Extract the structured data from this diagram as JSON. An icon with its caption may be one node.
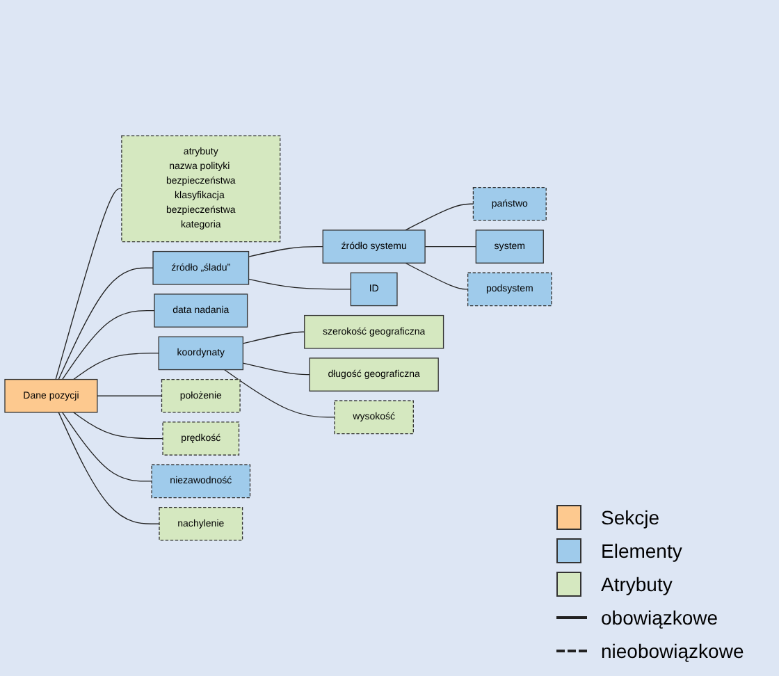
{
  "diagram": {
    "nodes": [
      {
        "text": [
          "Dane pozycji"
        ]
      },
      {
        "text": [
          "atrybuty",
          "nazwa polityki bezpieczeństwa",
          "klasyfikacja bezpieczeństwa",
          "kategoria"
        ]
      },
      {
        "text": [
          "źródło „śladu”"
        ]
      },
      {
        "text": [
          "źródło systemu"
        ]
      },
      {
        "text": [
          "państwo"
        ]
      },
      {
        "text": [
          "system"
        ]
      },
      {
        "text": [
          "podsystem"
        ]
      },
      {
        "text": [
          "ID"
        ]
      },
      {
        "text": [
          "data nadania"
        ]
      },
      {
        "text": [
          "koordynaty"
        ]
      },
      {
        "text": [
          "szerokość geograficzna"
        ]
      },
      {
        "text": [
          "długość geograficzna"
        ]
      },
      {
        "text": [
          "wysokość"
        ]
      },
      {
        "text": [
          "położenie"
        ]
      },
      {
        "text": [
          "prędkość"
        ]
      },
      {
        "text": [
          "niezawodność"
        ]
      },
      {
        "text": [
          "nachylenie"
        ]
      }
    ],
    "edges": [
      {
        "from": 0,
        "to": 1,
        "arrow": "none"
      },
      {
        "from": 0,
        "to": 2,
        "arrow": "none"
      },
      {
        "from": 2,
        "to": 3,
        "arrow": "none"
      },
      {
        "from": 3,
        "to": 4,
        "arrow": "none"
      },
      {
        "from": 3,
        "to": 5,
        "arrow": "none"
      },
      {
        "from": 3,
        "to": 6,
        "arrow": "none"
      },
      {
        "from": 2,
        "to": 7,
        "arrow": "none"
      },
      {
        "from": 0,
        "to": 8,
        "arrow": "none"
      },
      {
        "from": 0,
        "to": 9,
        "arrow": "none"
      },
      {
        "from": 9,
        "to": 10,
        "arrow": "none"
      },
      {
        "from": 9,
        "to": 11,
        "arrow": "none"
      },
      {
        "from": 9,
        "to": 12,
        "arrow": "none"
      },
      {
        "from": 0,
        "to": 13,
        "arrow": "none"
      },
      {
        "from": 0,
        "to": 14,
        "arrow": "none"
      },
      {
        "from": 0,
        "to": 15,
        "arrow": "none"
      },
      {
        "from": 0,
        "to": 16,
        "arrow": "none"
      }
    ],
    "legend": [
      {
        "text": "Sekcje",
        "color": "#fdc98f"
      },
      {
        "text": "Elementy",
        "color": "#9fcbeb"
      },
      {
        "text": "Atrybuty",
        "color": "#d5e8c0"
      },
      {
        "text": "obowiązkowe"
      },
      {
        "text": "nieobowiązkowe"
      }
    ]
  }
}
